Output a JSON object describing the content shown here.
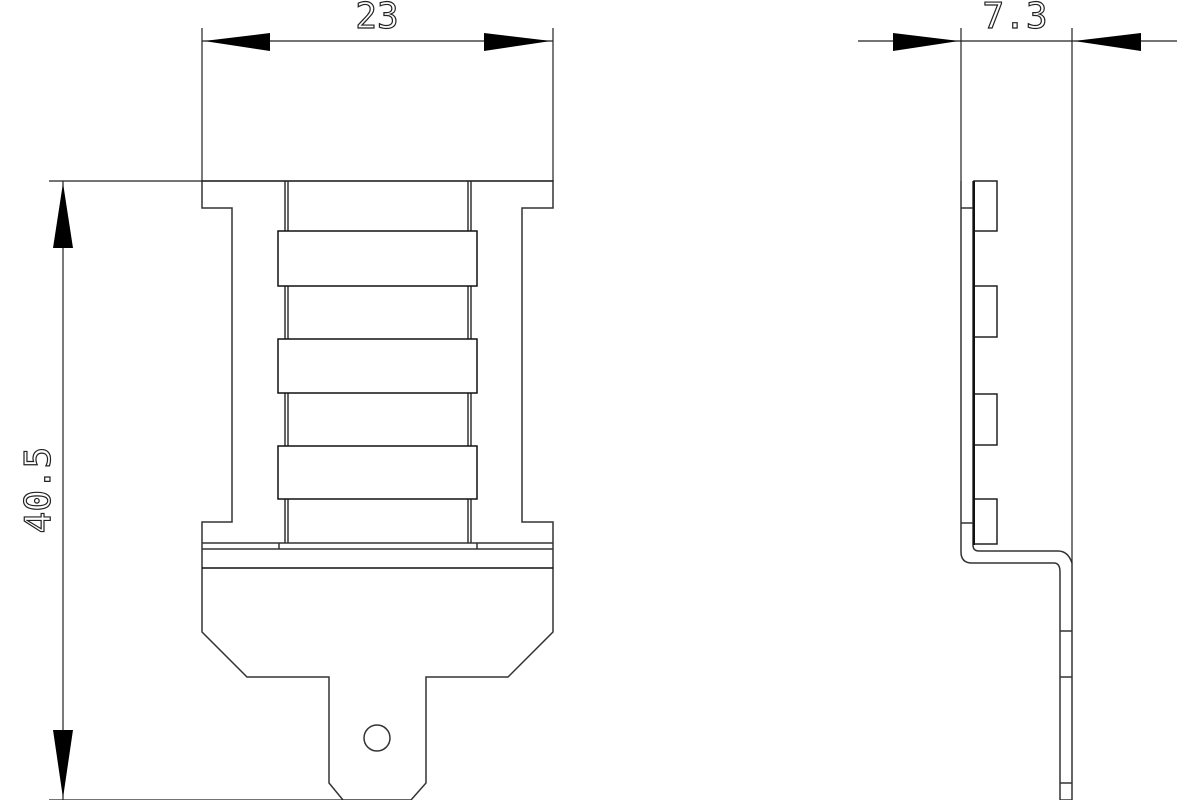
{
  "drawing": {
    "type": "technical-drawing",
    "views": [
      "front-view",
      "side-view"
    ]
  },
  "dimensions": {
    "width": {
      "label": "23",
      "view": "front-view",
      "orientation": "horizontal"
    },
    "height": {
      "label": "40.5",
      "view": "front-view",
      "orientation": "vertical"
    },
    "thickness": {
      "label": "7.3",
      "view": "side-view",
      "orientation": "horizontal"
    }
  },
  "colors": {
    "line": "#222222",
    "background": "#ffffff",
    "arrow": "#000000"
  }
}
